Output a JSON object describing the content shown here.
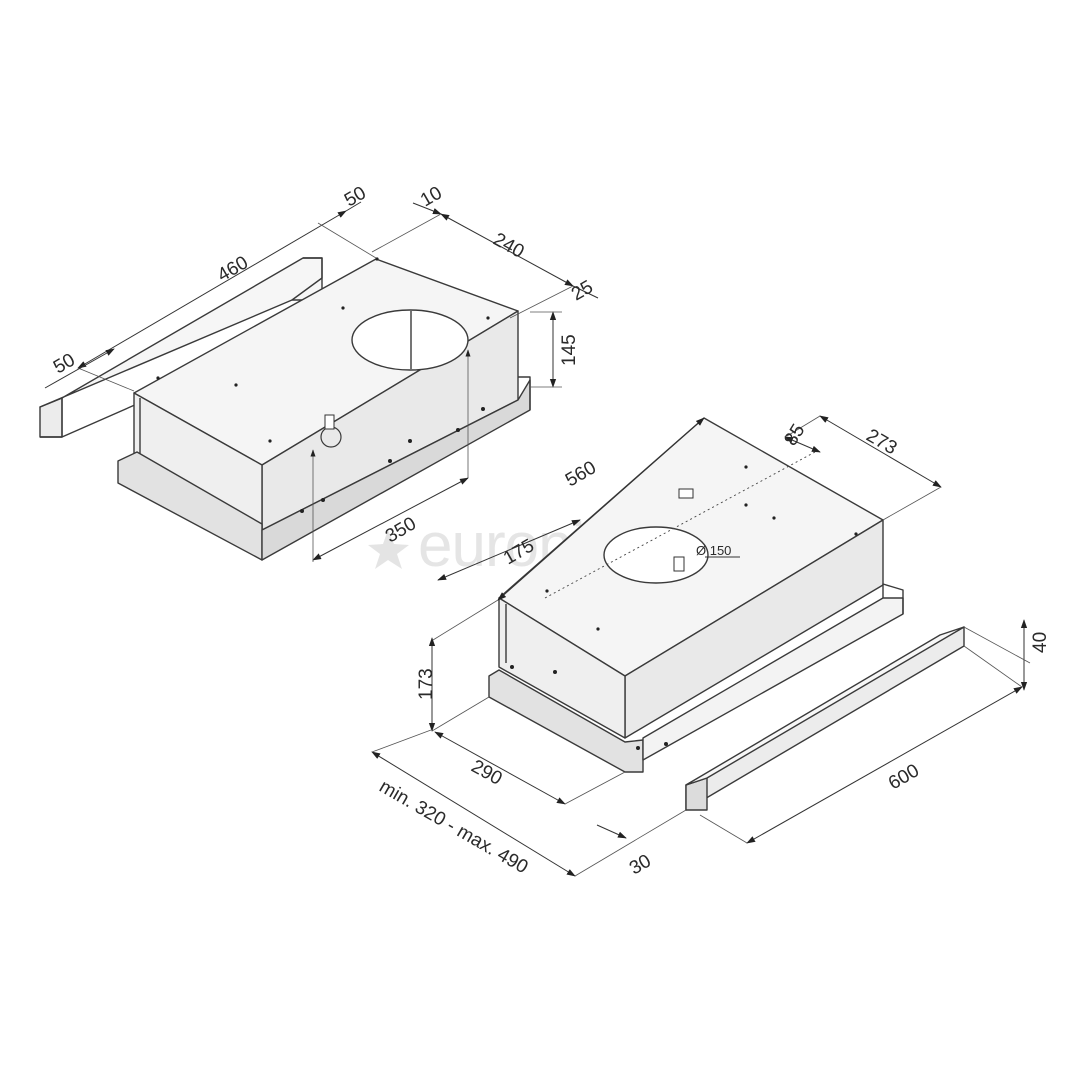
{
  "watermark": {
    "text": "euronics",
    "icon": "star-icon"
  },
  "colors": {
    "line": "#3a3a3a",
    "face": "#f2f2f2",
    "side": "#e6e6e6",
    "watermark": "#d0d0d0"
  },
  "top_view": {
    "dims": {
      "d460": "460",
      "d50_top": "50",
      "d10": "10",
      "d240": "240",
      "d25": "25",
      "d50_left": "50",
      "d145": "145",
      "d350": "350"
    }
  },
  "bottom_view": {
    "dims": {
      "d560": "560",
      "d85": "85",
      "d273": "273",
      "d175": "175",
      "d150": "Ø 150",
      "d173": "173",
      "d290": "290",
      "d_minmax": "min. 320 - max. 490",
      "d30": "30",
      "d600": "600",
      "d40": "40"
    }
  }
}
